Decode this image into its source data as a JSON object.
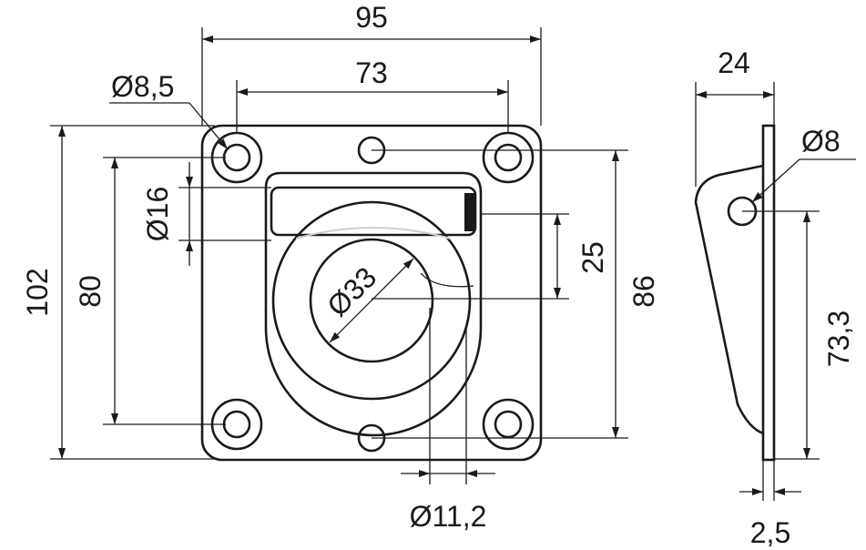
{
  "colors": {
    "line": "#1a1a1a",
    "background": "#ffffff",
    "fill_dark": "#1a1a1a"
  },
  "dimensions": {
    "overall_width": "95",
    "hole_spacing_width": "73",
    "mounting_hole_diameter": "Ø8,5",
    "overall_height": "102",
    "hole_spacing_height": "80",
    "handle_diameter": "Ø16",
    "ring_inner_diameter": "Ø33",
    "ring_offset": "25",
    "plate_height": "86",
    "wire_diameter": "Ø11,2",
    "side_depth": "24",
    "pivot_hole_diameter": "Ø8",
    "pivot_height": "73,3",
    "plate_thickness": "2,5"
  }
}
